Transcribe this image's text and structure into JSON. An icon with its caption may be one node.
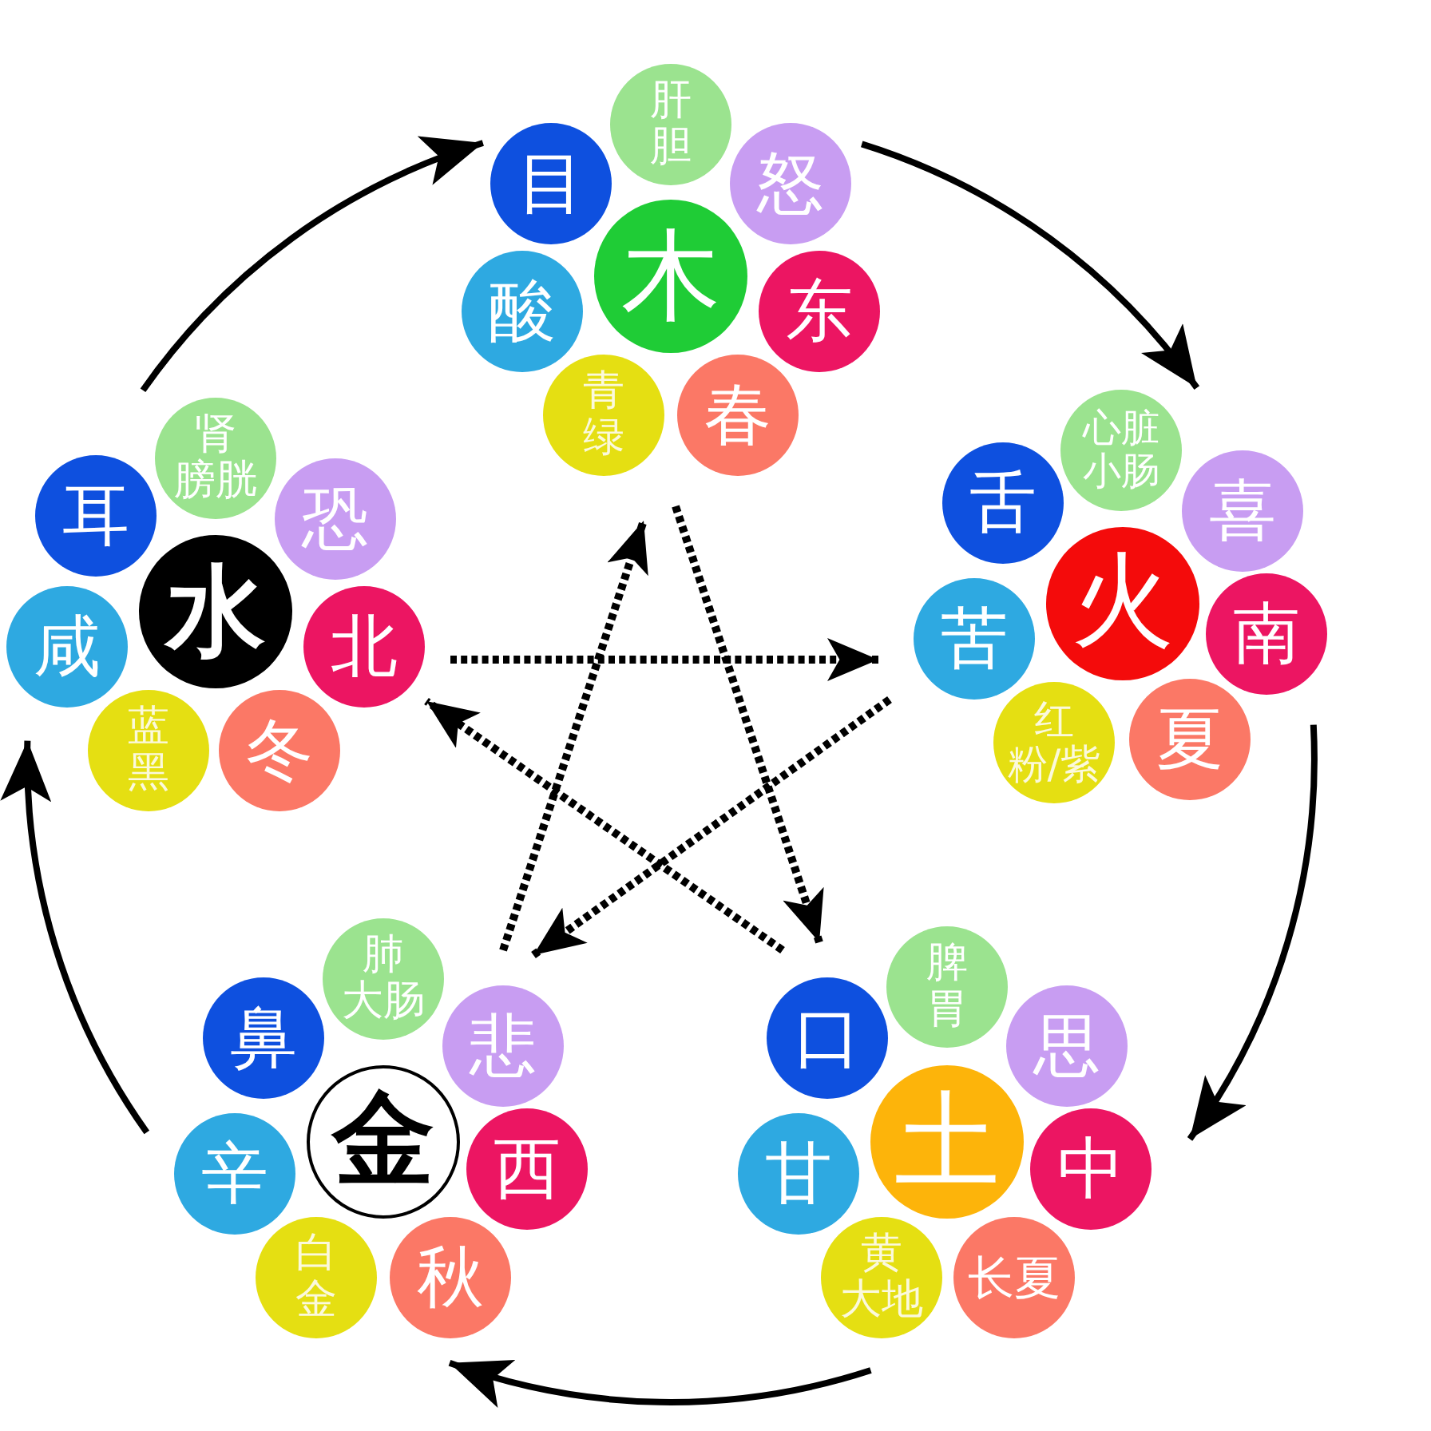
{
  "diagram": {
    "nodes": [
      {
        "text": [
          "木"
        ]
      },
      {
        "text": [
          "肝胆"
        ]
      },
      {
        "text": [
          "目"
        ]
      },
      {
        "text": [
          "怒"
        ]
      },
      {
        "text": [
          "酸"
        ]
      },
      {
        "text": [
          "东"
        ]
      },
      {
        "text": [
          "青绿"
        ]
      },
      {
        "text": [
          "春"
        ]
      },
      {
        "text": [
          "水"
        ]
      },
      {
        "text": [
          "肾膀胱"
        ]
      },
      {
        "text": [
          "耳"
        ]
      },
      {
        "text": [
          "恐"
        ]
      },
      {
        "text": [
          "咸"
        ]
      },
      {
        "text": [
          "北"
        ]
      },
      {
        "text": [
          "蓝黑"
        ]
      },
      {
        "text": [
          "冬"
        ]
      },
      {
        "text": [
          "火"
        ]
      },
      {
        "text": [
          "心脏小肠"
        ]
      },
      {
        "text": [
          "舌"
        ]
      },
      {
        "text": [
          "喜"
        ]
      },
      {
        "text": [
          "苦"
        ]
      },
      {
        "text": [
          "南"
        ]
      },
      {
        "text": [
          "红粉/紫"
        ]
      },
      {
        "text": [
          "夏"
        ]
      },
      {
        "text": [
          "金"
        ]
      },
      {
        "text": [
          "肺大肠"
        ]
      },
      {
        "text": [
          "鼻"
        ]
      },
      {
        "text": [
          "悲"
        ]
      },
      {
        "text": [
          "辛"
        ]
      },
      {
        "text": [
          "西"
        ]
      },
      {
        "text": [
          "白金"
        ]
      },
      {
        "text": [
          "秋"
        ]
      },
      {
        "text": [
          "土"
        ]
      },
      {
        "text": [
          "脾胃"
        ]
      },
      {
        "text": [
          "口"
        ]
      },
      {
        "text": [
          "思"
        ]
      },
      {
        "text": [
          "甘"
        ]
      },
      {
        "text": [
          "中"
        ]
      },
      {
        "text": [
          "黄大地"
        ]
      },
      {
        "text": [
          "长夏"
        ]
      }
    ],
    "edges": [
      {
        "from": 9,
        "to": 2,
        "arrow": "to"
      },
      {
        "from": 3,
        "to": 17,
        "arrow": "to"
      },
      {
        "from": 21,
        "to": 37,
        "arrow": "to"
      },
      {
        "from": 38,
        "to": 31,
        "arrow": "to"
      },
      {
        "from": 28,
        "to": 12,
        "arrow": "to"
      },
      {
        "from": 7,
        "to": 34,
        "arrow": "to",
        "style": "dashed"
      },
      {
        "from": 34,
        "to": 13,
        "arrow": "to",
        "style": "dashed"
      },
      {
        "from": 13,
        "to": 20,
        "arrow": "to",
        "style": "dashed"
      },
      {
        "from": 20,
        "to": 27,
        "arrow": "to",
        "style": "dashed"
      },
      {
        "from": 27,
        "to": 6,
        "arrow": "to",
        "style": "dashed"
      }
    ]
  }
}
